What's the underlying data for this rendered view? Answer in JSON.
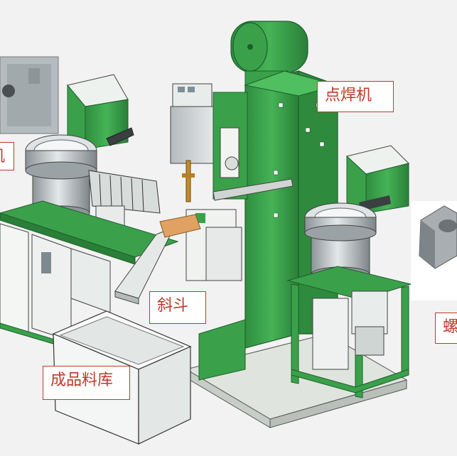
{
  "labels": {
    "spot_welder": "点焊机",
    "chute": "斜斗",
    "finished_bin": "成品料库",
    "right_partial": "螺",
    "left_partial": "机"
  },
  "colors": {
    "machine_green": "#3aa14a",
    "machine_green_dark": "#26803a",
    "frame_white": "#eef2ee",
    "metal_grey": "#a9b0b3",
    "label_red": "#c0392b"
  }
}
